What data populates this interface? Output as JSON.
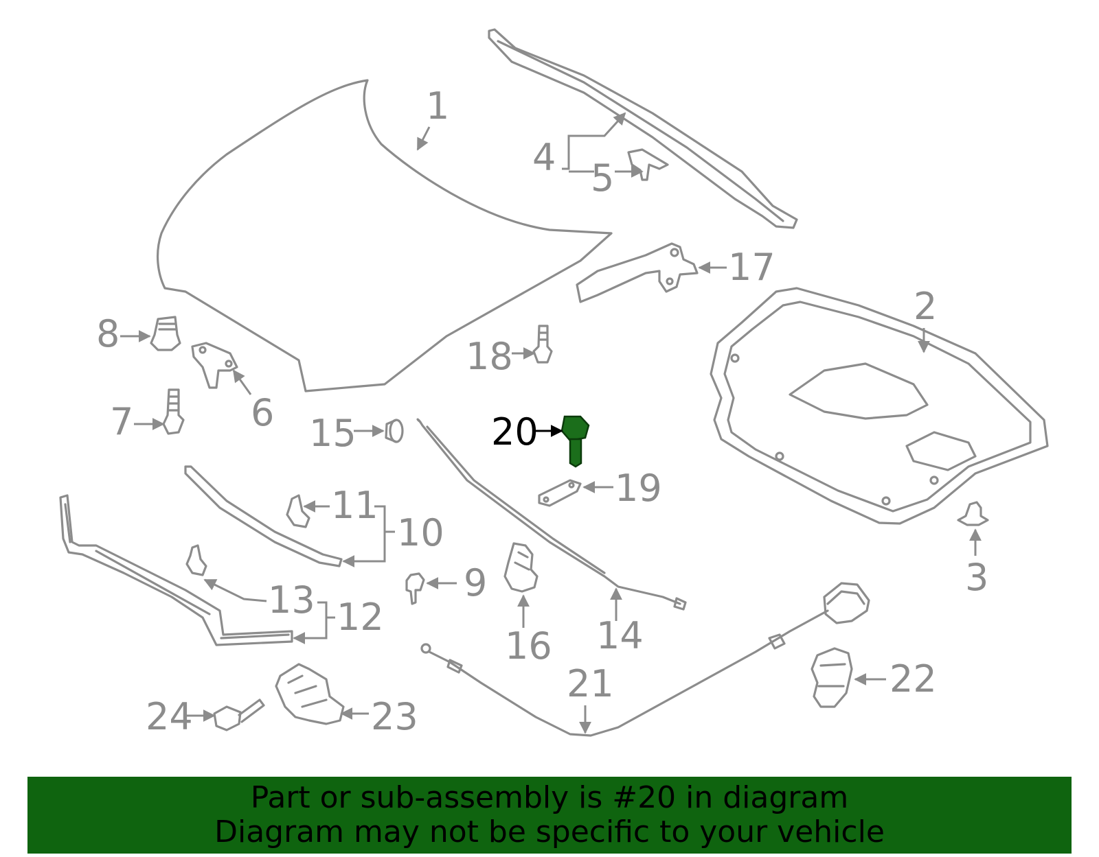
{
  "diagram": {
    "callouts": {
      "p1": "1",
      "p2": "2",
      "p3": "3",
      "p4": "4",
      "p5": "5",
      "p6": "6",
      "p7": "7",
      "p8": "8",
      "p9": "9",
      "p10": "10",
      "p11": "11",
      "p12": "12",
      "p13": "13",
      "p14": "14",
      "p15": "15",
      "p16": "16",
      "p17": "17",
      "p18": "18",
      "p19": "19",
      "p20": "20",
      "p21": "21",
      "p22": "22",
      "p23": "23",
      "p24": "24"
    },
    "highlighted_part": "20",
    "colors": {
      "line": "#8c8c8c",
      "highlight_part": "#1b6e1b",
      "highlight_label": "#000000",
      "banner": "#0f640f"
    }
  },
  "banner": {
    "line1": "Part or sub-assembly is #20 in diagram",
    "line2": "Diagram may not be specific to your vehicle"
  }
}
